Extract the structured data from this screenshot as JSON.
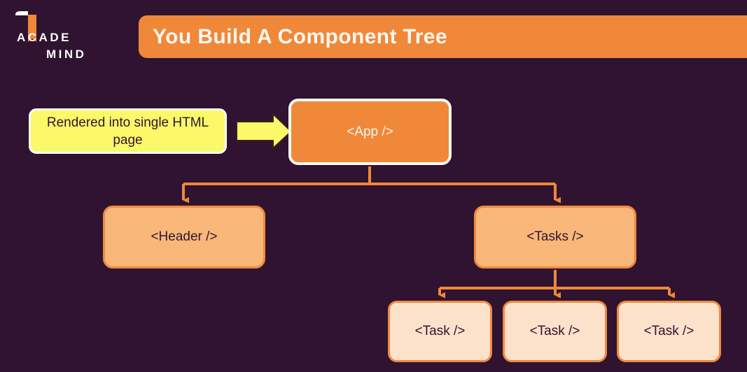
{
  "slide": {
    "background_color": "#2f1330",
    "accent_color": "#f08839"
  },
  "logo": {
    "name": "academind-logo",
    "line1": "ACADE",
    "line2": "MIND",
    "mark_color": "#f08839",
    "text_color": "#ffffff"
  },
  "header": {
    "title": "You Build A Component Tree",
    "bar_color": "#f08839",
    "title_color": "#fdf6f0"
  },
  "diagram": {
    "type": "tree",
    "note": {
      "label": "Rendered into single HTML page",
      "fill": "#fbf96a",
      "border": "#fdfbf2",
      "text_color": "#32142f"
    },
    "arrow": {
      "name": "yellow-right-arrow",
      "fill": "#fbf96a",
      "stroke": "#3a2019"
    },
    "nodes": [
      {
        "id": "app",
        "label": "<App />",
        "level": 0,
        "fill": "#f08839",
        "border": "#fdfbf2",
        "text_color": "#fdf6f0"
      },
      {
        "id": "header",
        "label": "<Header />",
        "level": 1,
        "parent": "app",
        "fill": "#f9b879",
        "border": "#ee8a3e",
        "text_color": "#32142f"
      },
      {
        "id": "tasks",
        "label": "<Tasks />",
        "level": 1,
        "parent": "app",
        "fill": "#f9b879",
        "border": "#ee8a3e",
        "text_color": "#32142f"
      },
      {
        "id": "task-1",
        "label": "<Task />",
        "level": 2,
        "parent": "tasks",
        "fill": "#fce2cb",
        "border": "#ee8a3e",
        "text_color": "#32142f"
      },
      {
        "id": "task-2",
        "label": "<Task />",
        "level": 2,
        "parent": "tasks",
        "fill": "#fce2cb",
        "border": "#ee8a3e",
        "text_color": "#32142f"
      },
      {
        "id": "task-3",
        "label": "<Task />",
        "level": 2,
        "parent": "tasks",
        "fill": "#fce2cb",
        "border": "#ee8a3e",
        "text_color": "#32142f"
      }
    ],
    "edges": [
      {
        "from": "note",
        "to": "app",
        "style": "block-arrow-yellow"
      },
      {
        "from": "app",
        "to": "header",
        "style": "orange-elbow"
      },
      {
        "from": "app",
        "to": "tasks",
        "style": "orange-elbow"
      },
      {
        "from": "tasks",
        "to": "task-1",
        "style": "orange-elbow"
      },
      {
        "from": "tasks",
        "to": "task-2",
        "style": "orange-straight"
      },
      {
        "from": "tasks",
        "to": "task-3",
        "style": "orange-elbow"
      }
    ],
    "connector_color": "#f08839"
  }
}
